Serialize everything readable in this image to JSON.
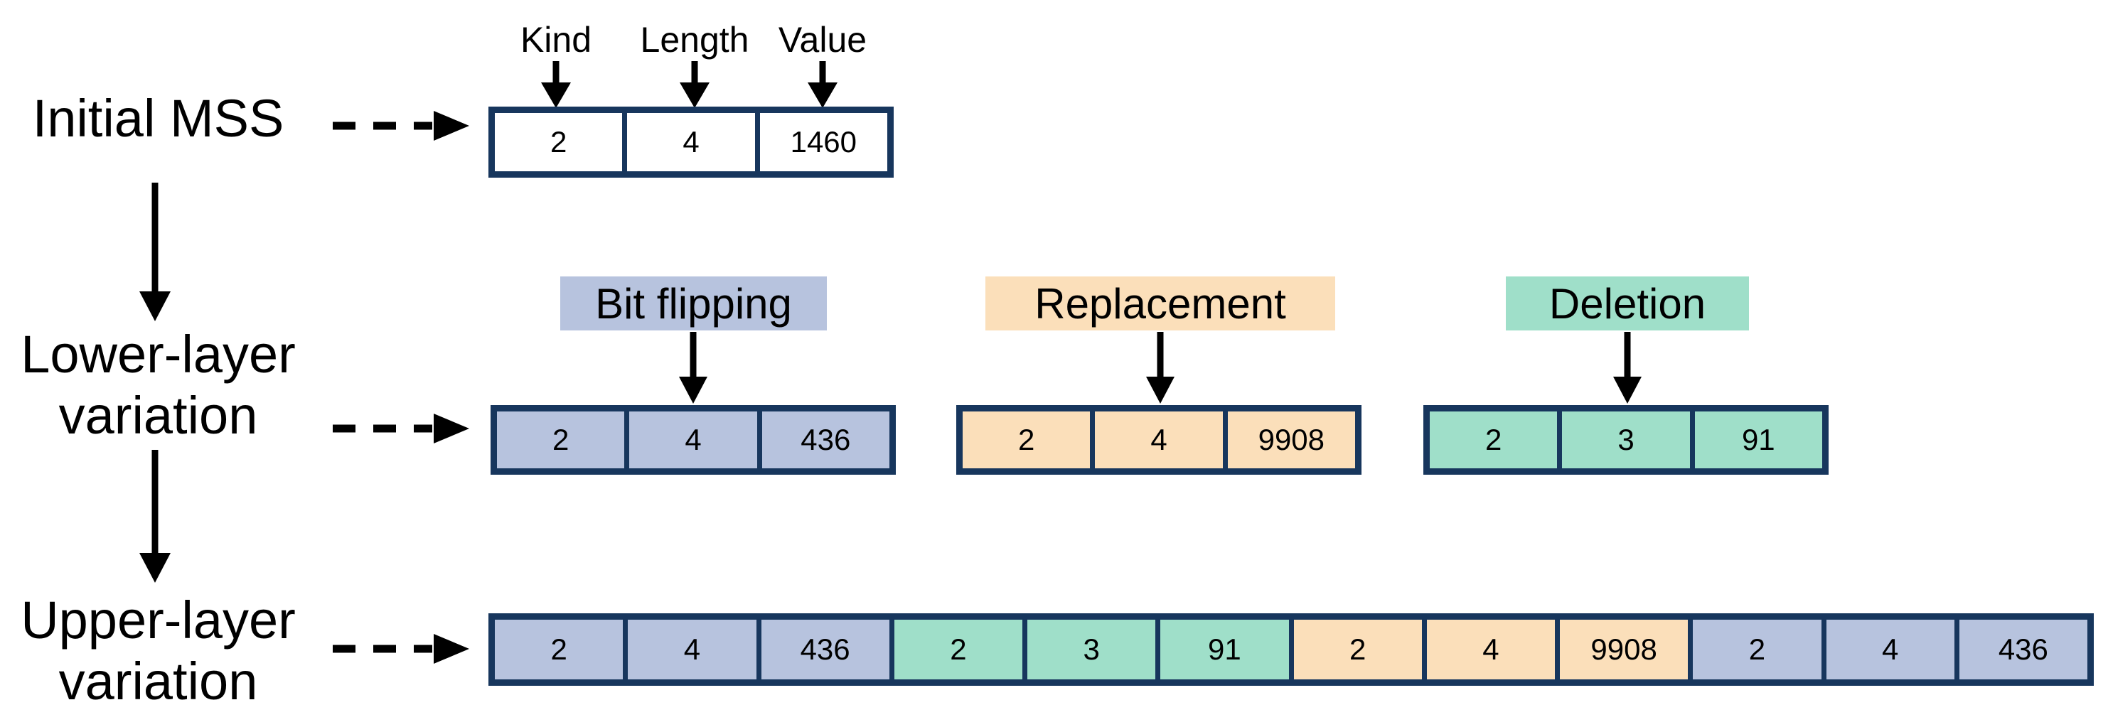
{
  "colors": {
    "border_navy": "#17365D",
    "bit_flipping_fill": "#B7C3DE",
    "replacement_fill": "#FBDFBA",
    "deletion_fill": "#9FDFC9",
    "arrow_black": "#000000",
    "text_black": "#000000",
    "initial_cell_fill": "#FFFFFF"
  },
  "rows": {
    "initial": {
      "label": "Initial MSS"
    },
    "lower": {
      "label_line1": "Lower-layer",
      "label_line2": "variation"
    },
    "upper": {
      "label_line1": "Upper-layer",
      "label_line2": "variation"
    }
  },
  "field_labels": {
    "kind": "Kind",
    "length": "Length",
    "value": "Value"
  },
  "initial_table": {
    "cells": [
      "2",
      "4",
      "1460"
    ]
  },
  "mutations": {
    "bit_flipping": {
      "label": "Bit flipping",
      "cells": [
        "2",
        "4",
        "436"
      ]
    },
    "replacement": {
      "label": "Replacement",
      "cells": [
        "2",
        "4",
        "9908"
      ]
    },
    "deletion": {
      "label": "Deletion",
      "cells": [
        "2",
        "3",
        "91"
      ]
    }
  },
  "upper_table": {
    "cells": [
      "2",
      "4",
      "436",
      "2",
      "3",
      "91",
      "2",
      "4",
      "9908",
      "2",
      "4",
      "436"
    ]
  }
}
